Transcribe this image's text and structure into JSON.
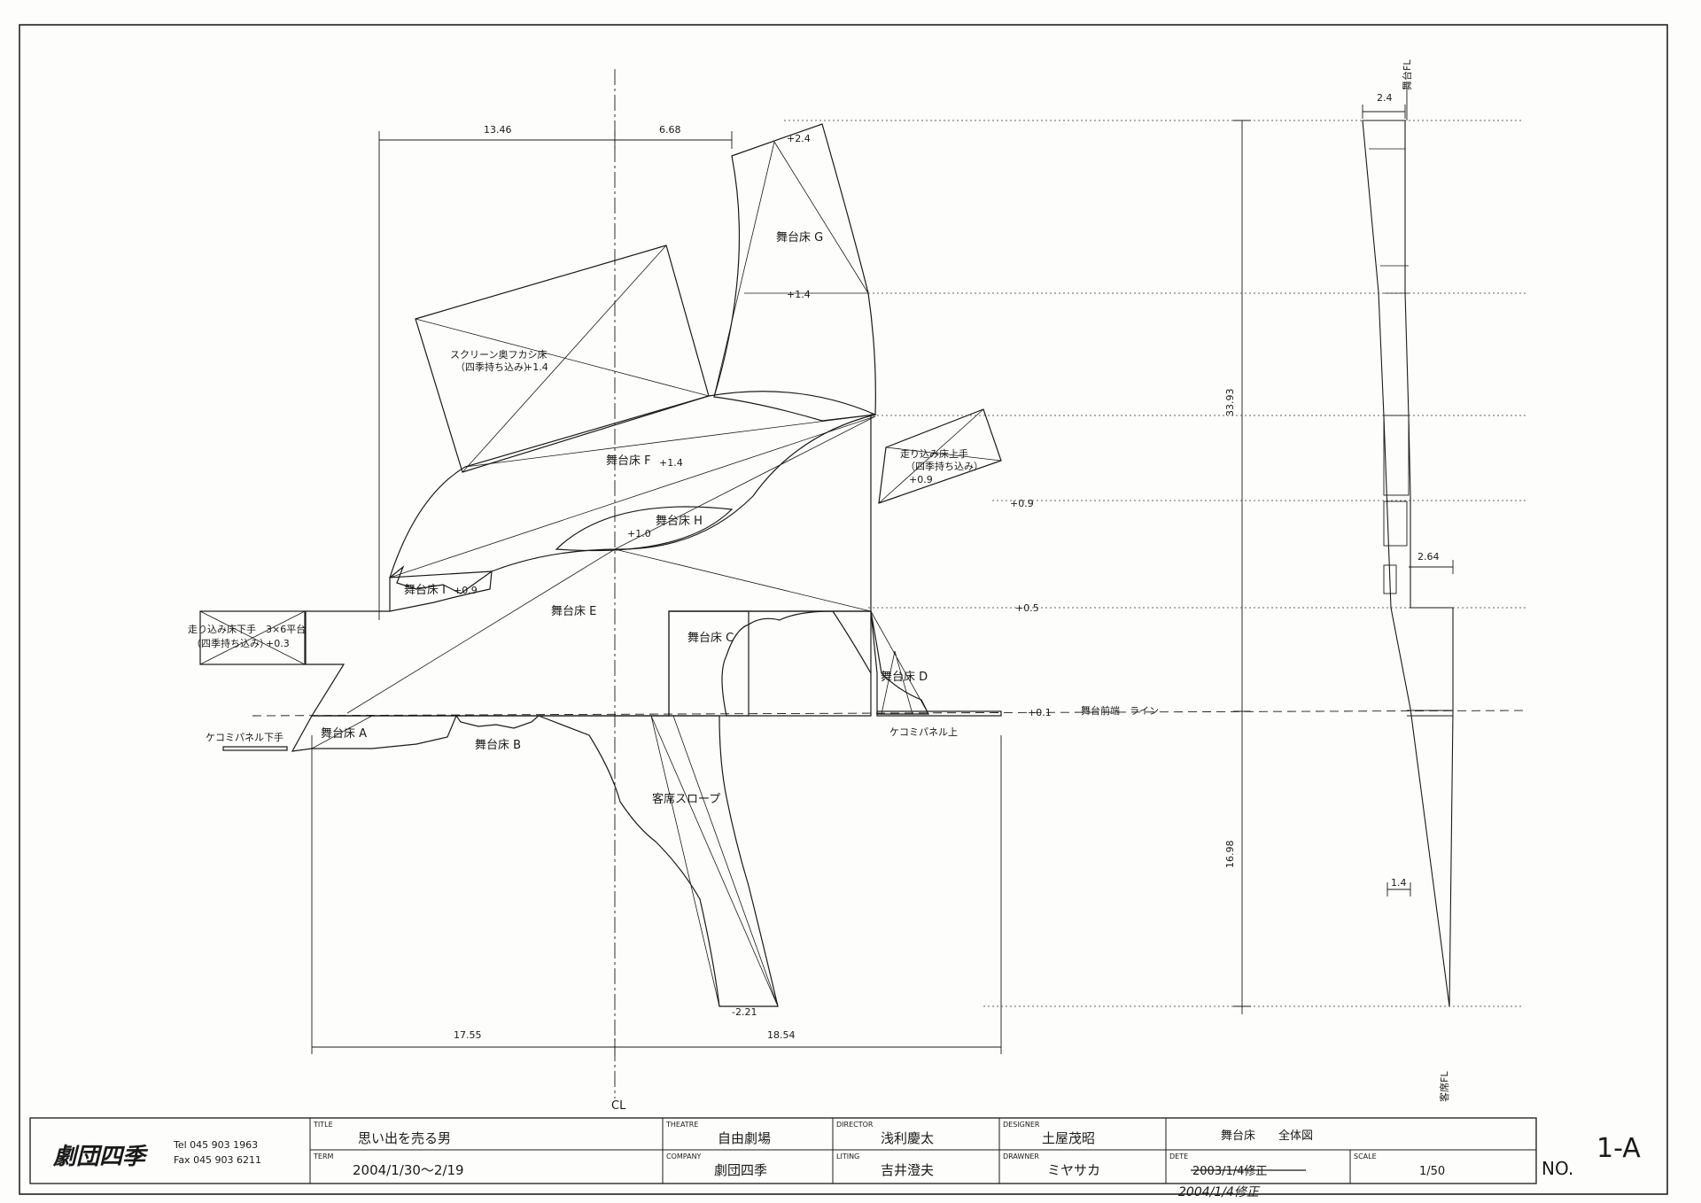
{
  "sheet": {
    "dimensions": {
      "top_left": "13.46",
      "top_right": "6.68",
      "bottom_left": "17.55",
      "bottom_right": "18.54",
      "vertical_total": "33.93",
      "vertical_lower": "16.98",
      "side_top": "2.4",
      "side_mid": "2.64",
      "side_bottom": "1.4"
    },
    "centerline_label": "CL",
    "levels": {
      "g_top": "+2.4",
      "g_mid": "+1.4",
      "f": "+1.4",
      "h": "+1.0",
      "i": "+0.9",
      "right_platform": "+0.9",
      "line_09": "+0.9",
      "line_05": "+0.5",
      "line_01": "+0.1",
      "left_platform": "+0.3",
      "slope_bottom": "-2.21"
    },
    "areas": {
      "g": "舞台床 G",
      "f": "舞台床 F",
      "h": "舞台床 H",
      "i": "舞台床 I",
      "e": "舞台床 E",
      "c": "舞台床 C",
      "d": "舞台床 D",
      "a": "舞台床 A",
      "b": "舞台床 B",
      "slope": "客席スロープ"
    },
    "notes": {
      "screen_line1": "スクリーン奥フカシ床",
      "screen_line2": "（四季持ち込み）",
      "right_platform_line1": "走り込み床上手",
      "right_platform_line2": "（四季持ち込み）",
      "left_platform_line1": "走り込み床下手　3×6平台",
      "left_platform_line2": "（四季持ち込み）",
      "kecomi_left": "ケコミパネル下手",
      "kecomi_right": "ケコミパネル上",
      "stage_front": "舞台前端　ライン"
    },
    "side_view": {
      "top_label": "舞台FL",
      "bottom_label": "客席FL"
    }
  },
  "title_block": {
    "logo": "劇団四季",
    "tel": "Tel  045 903 1963",
    "fax": "Fax 045 903 6211",
    "title_label": "TITLE",
    "title": "思い出を売る男",
    "term_label": "TERM",
    "term": "2004/1/30～2/19",
    "theatre_label": "THEATRE",
    "theatre": "自由劇場",
    "company_label": "COMPANY",
    "company": "劇団四季",
    "director_label": "DIRECTOR",
    "director": "浅利慶太",
    "lighting_label": "LITING",
    "lighting": "吉井澄夫",
    "designer_label": "DESIGNER",
    "designer": "土屋茂昭",
    "drawner_label": "DRAWNER",
    "drawner": "ミヤサカ",
    "drawing_name": "舞台床　　全体図",
    "date_label": "DETE",
    "date_struck": "2003/1/4修正",
    "date_handwritten": "2004/1/4修正",
    "scale_label": "SCALE",
    "scale": "1/50",
    "no_label": "NO.",
    "no": "1-A"
  }
}
